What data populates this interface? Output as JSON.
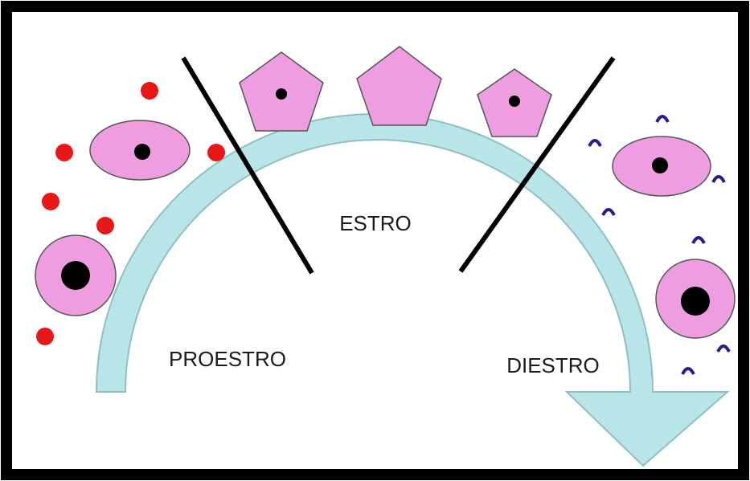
{
  "diagram": {
    "phases": [
      {
        "id": "proestro",
        "label": "PROESTRO"
      },
      {
        "id": "estro",
        "label": "ESTRO"
      },
      {
        "id": "diestro",
        "label": "DIESTRO"
      }
    ],
    "colors": {
      "frame": "#000000",
      "background": "#ffffff",
      "cell_fill": "#ee9ee0",
      "nucleus": "#000000",
      "arrow_fill": "#b8e6e8",
      "arrow_stroke": "#8fbfc2",
      "red_dot": "#e81818",
      "leukocyte": "#2b1a8a"
    },
    "icons": {
      "round_cell": "round-epithelial-cell-icon",
      "oval_cell": "oval-epithelial-cell-icon",
      "cornified_cell": "pentagon-cornified-cell-icon",
      "erythrocyte": "red-blood-cell-icon",
      "leukocyte": "leukocyte-icon",
      "cycle_arrow": "curved-arrow-icon"
    }
  }
}
